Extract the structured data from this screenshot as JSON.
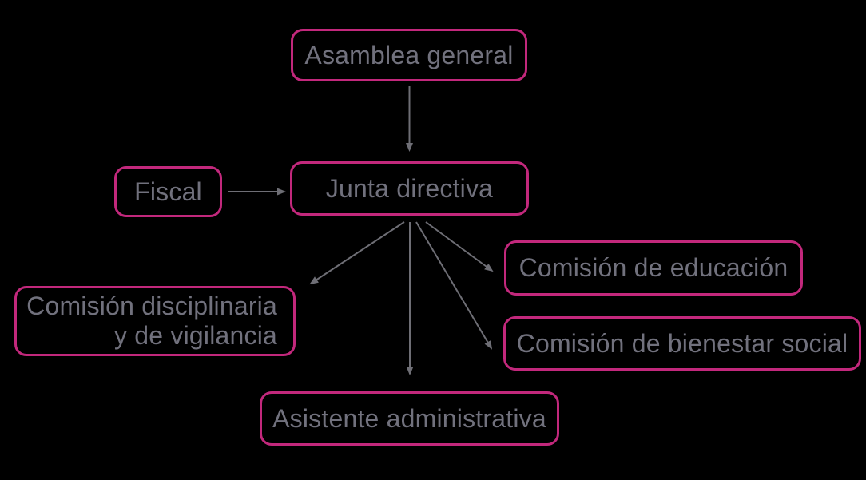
{
  "diagram": {
    "type": "org-chart",
    "nodes": {
      "asamblea": {
        "label": "Asamblea general"
      },
      "fiscal": {
        "label": "Fiscal"
      },
      "junta": {
        "label": "Junta directiva"
      },
      "disciplinaria": {
        "label": "Comisión disciplinaria\ny de vigilancia"
      },
      "educacion": {
        "label": "Comisión de educación"
      },
      "bienestar": {
        "label": "Comisión de bienestar social"
      },
      "asistente": {
        "label": "Asistente administrativa"
      }
    },
    "edges": [
      {
        "from": "asamblea",
        "to": "junta"
      },
      {
        "from": "fiscal",
        "to": "junta"
      },
      {
        "from": "junta",
        "to": "disciplinaria"
      },
      {
        "from": "junta",
        "to": "asistente"
      },
      {
        "from": "junta",
        "to": "bienestar"
      },
      {
        "from": "junta",
        "to": "educacion"
      }
    ],
    "colors": {
      "background": "#000000",
      "node_border": "#c2287c",
      "node_text": "#71717d",
      "arrow": "#6e6e75"
    }
  }
}
